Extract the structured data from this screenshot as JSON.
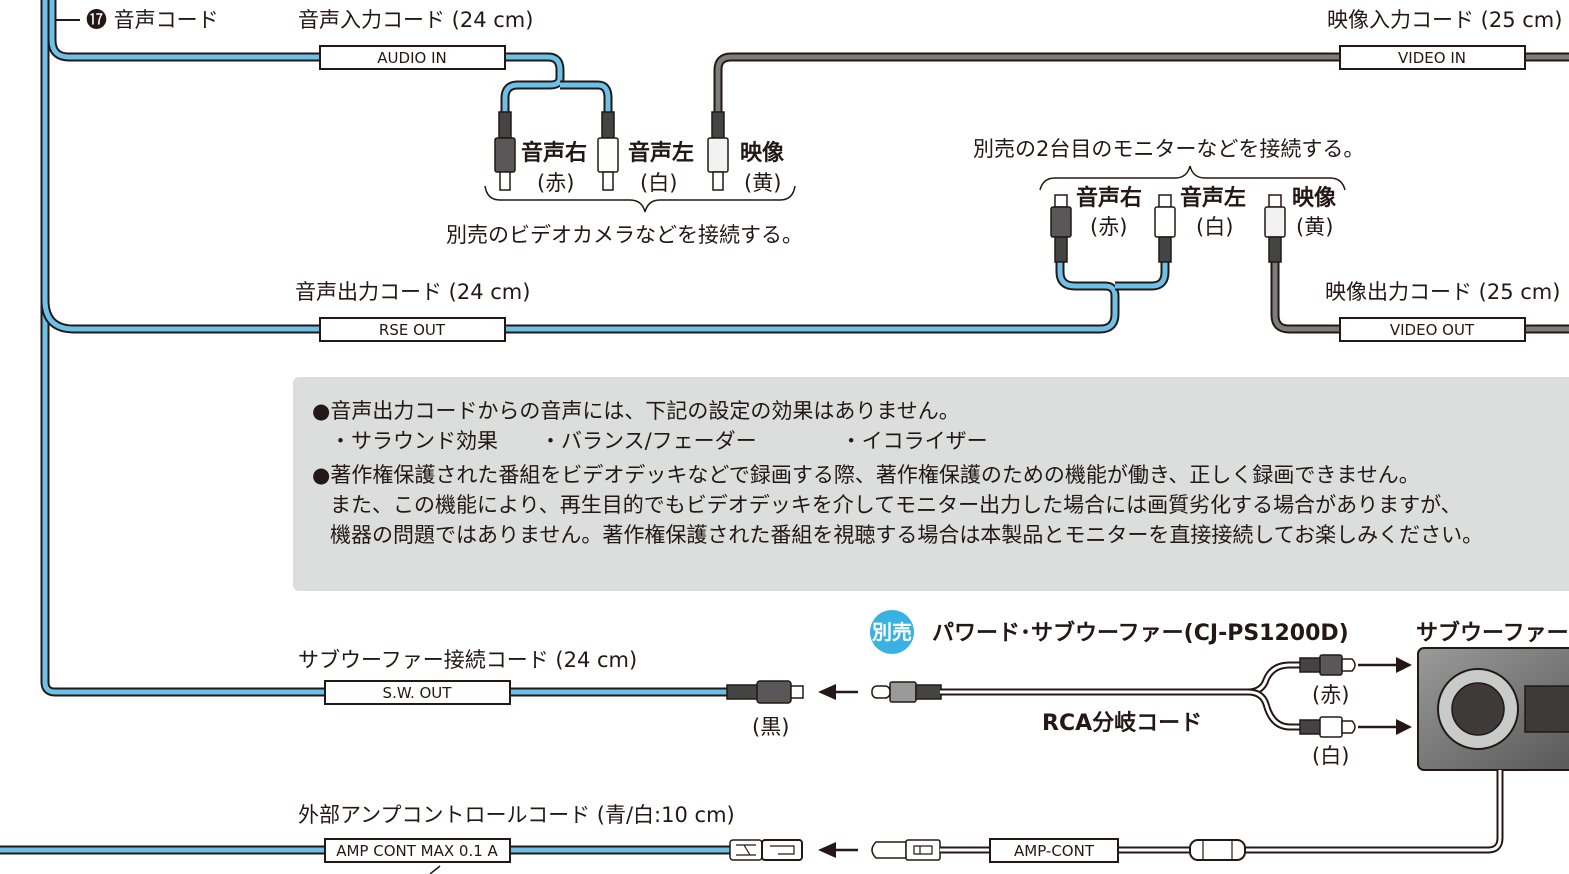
{
  "labels": {
    "audio_cord": "⓱ 音声コード",
    "audio_in_cord": "音声入力コード (24 cm)",
    "audio_in_tag": "AUDIO IN",
    "video_in_cord": "映像入力コード (25 cm)",
    "video_in_tag": "VIDEO IN",
    "in_right": "音声右",
    "in_right_color": "(赤)",
    "in_left": "音声左",
    "in_left_color": "(白)",
    "in_video": "映像",
    "in_video_color": "(黄)",
    "in_caption": "別売のビデオカメラなどを接続する。",
    "out_caption": "別売の2台目のモニターなどを接続する。",
    "out_right": "音声右",
    "out_right_color": "(赤)",
    "out_left": "音声左",
    "out_left_color": "(白)",
    "out_video": "映像",
    "out_video_color": "(黄)",
    "audio_out_cord": "音声出力コード (24 cm)",
    "rse_out_tag": "RSE OUT",
    "video_out_cord": "映像出力コード (25 cm)",
    "video_out_tag": "VIDEO OUT",
    "badge": "別売",
    "subwoofer_product": "パワード･サブウーファー(CJ-PS1200D)",
    "subwoofer_title": "サブウーファー",
    "sw_cord": "サブウーファー接続コード (24 cm)",
    "sw_tag": "S.W. OUT",
    "black": "(黒)",
    "rca_cord": "RCA分岐コード",
    "rca_red": "(赤)",
    "rca_white": "(白)",
    "amp_cord": "外部アンプコントロールコード (青/白:10 cm)",
    "amp_tag": "AMP CONT MAX 0.1 A",
    "amp_cont_tag": "AMP-CONT"
  },
  "notes": [
    "●音声出力コードからの音声には、下記の設定の効果はありません。",
    "・サラウンド効果　　・バランス/フェーダー　　　　・イコライザー",
    "●著作権保護された番組をビデオデッキなどで録画する際、著作権保護のための機能が働き、正しく録画できません。",
    "また、この機能により、再生目的でもビデオデッキを介してモニター出力した場合には画質劣化する場合がありますが、",
    "機器の問題ではありません。著作権保護された番組を視聴する場合は本製品とモニターを直接接続してお楽しみください。"
  ],
  "colors": {
    "blue_cable": "#6cc1e8",
    "gray_cable": "#7d7d7d",
    "note_bg": "#dcdddd",
    "badge": "#3ab1e3"
  }
}
